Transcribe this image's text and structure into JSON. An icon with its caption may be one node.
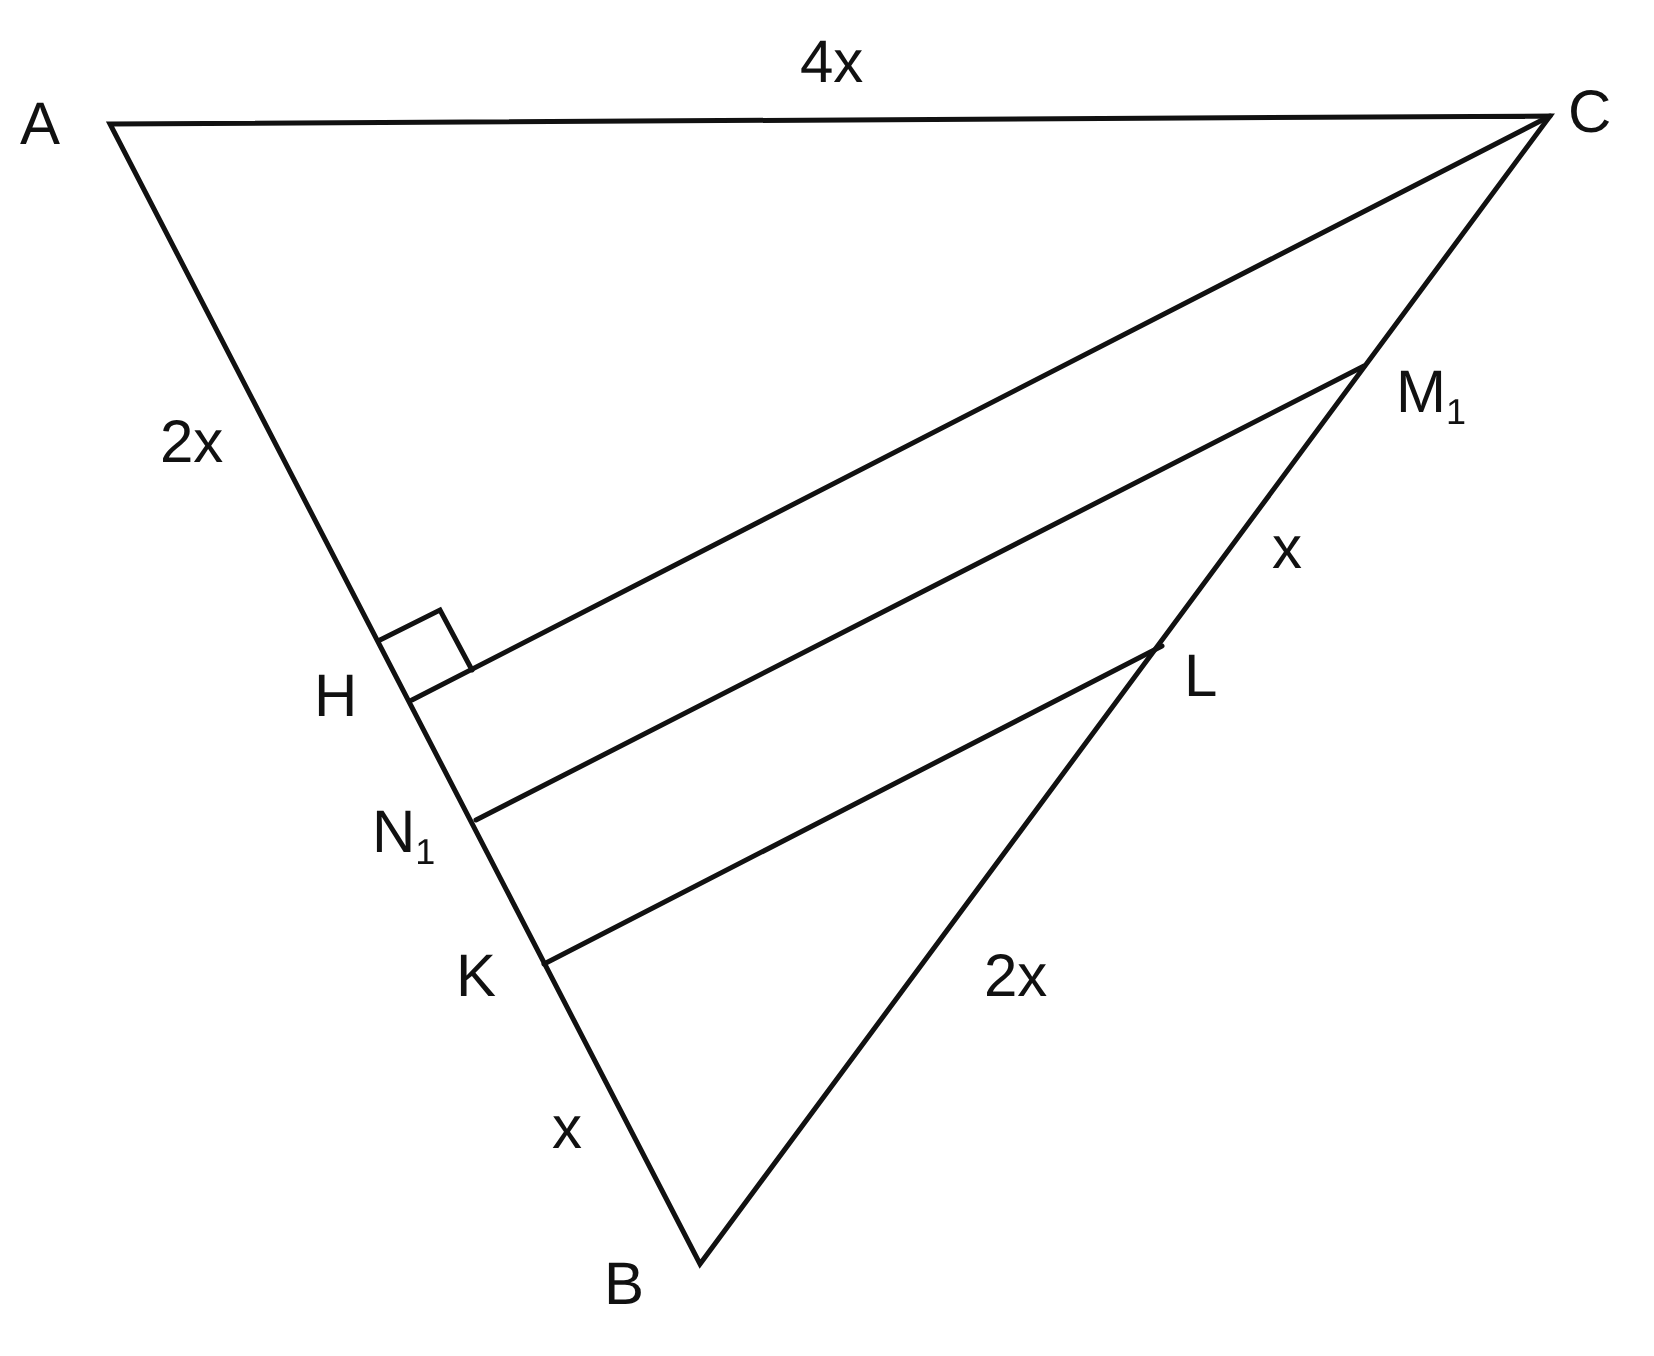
{
  "diagram": {
    "labels": [
      "4x",
      "A",
      "C",
      "2x",
      "M$_{1}$",
      "x",
      "H",
      "L",
      "N$_{1}$",
      "K",
      "2x",
      "x",
      "B"
    ]
  }
}
